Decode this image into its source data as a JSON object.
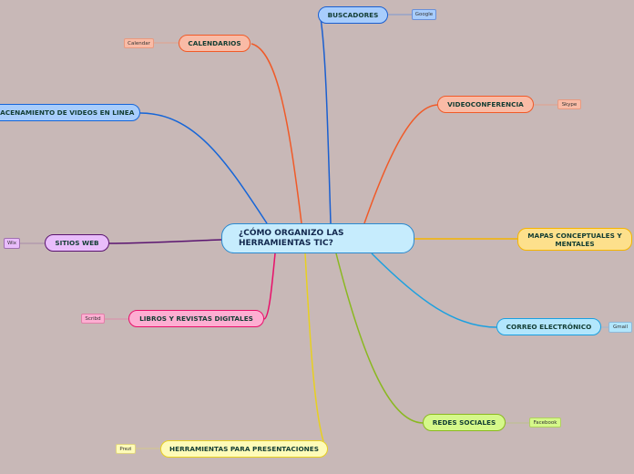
{
  "central": {
    "title": "¿CÓMO ORGANIZO LAS HERRAMIENTAS TIC?"
  },
  "topics": [
    {
      "label": "BUSCADORES",
      "leaf": "Google",
      "color": "#1a5fd0"
    },
    {
      "label": "CALENDARIOS",
      "leaf": "Calendar",
      "color": "#f05a28"
    },
    {
      "label": "VIDEOCONFERENCIA",
      "leaf": "Skype",
      "color": "#f05a28"
    },
    {
      "label": "ALMACENAMIENTO DE VIDEOS EN LINEA",
      "color": "#1565d8"
    },
    {
      "label": "SITIOS WEB",
      "leaf": "Wix",
      "color": "#5a1470"
    },
    {
      "label": "MAPAS CONCEPTUALES Y MENTALES",
      "color": "#f5b400"
    },
    {
      "label": "LIBROS Y REVISTAS DIGITALES",
      "leaf": "Scribd",
      "color": "#e8106a"
    },
    {
      "label": "CORREO ELECTRÓNICO",
      "leaf": "Gmail",
      "color": "#1ba0e0"
    },
    {
      "label": "REDES SOCIALES",
      "leaf": "Facebook",
      "color": "#8ab820"
    },
    {
      "label": "HERRAMIENTAS PARA PRESENTACIONES",
      "leaf": "Prezi",
      "color": "#e8d020"
    }
  ]
}
